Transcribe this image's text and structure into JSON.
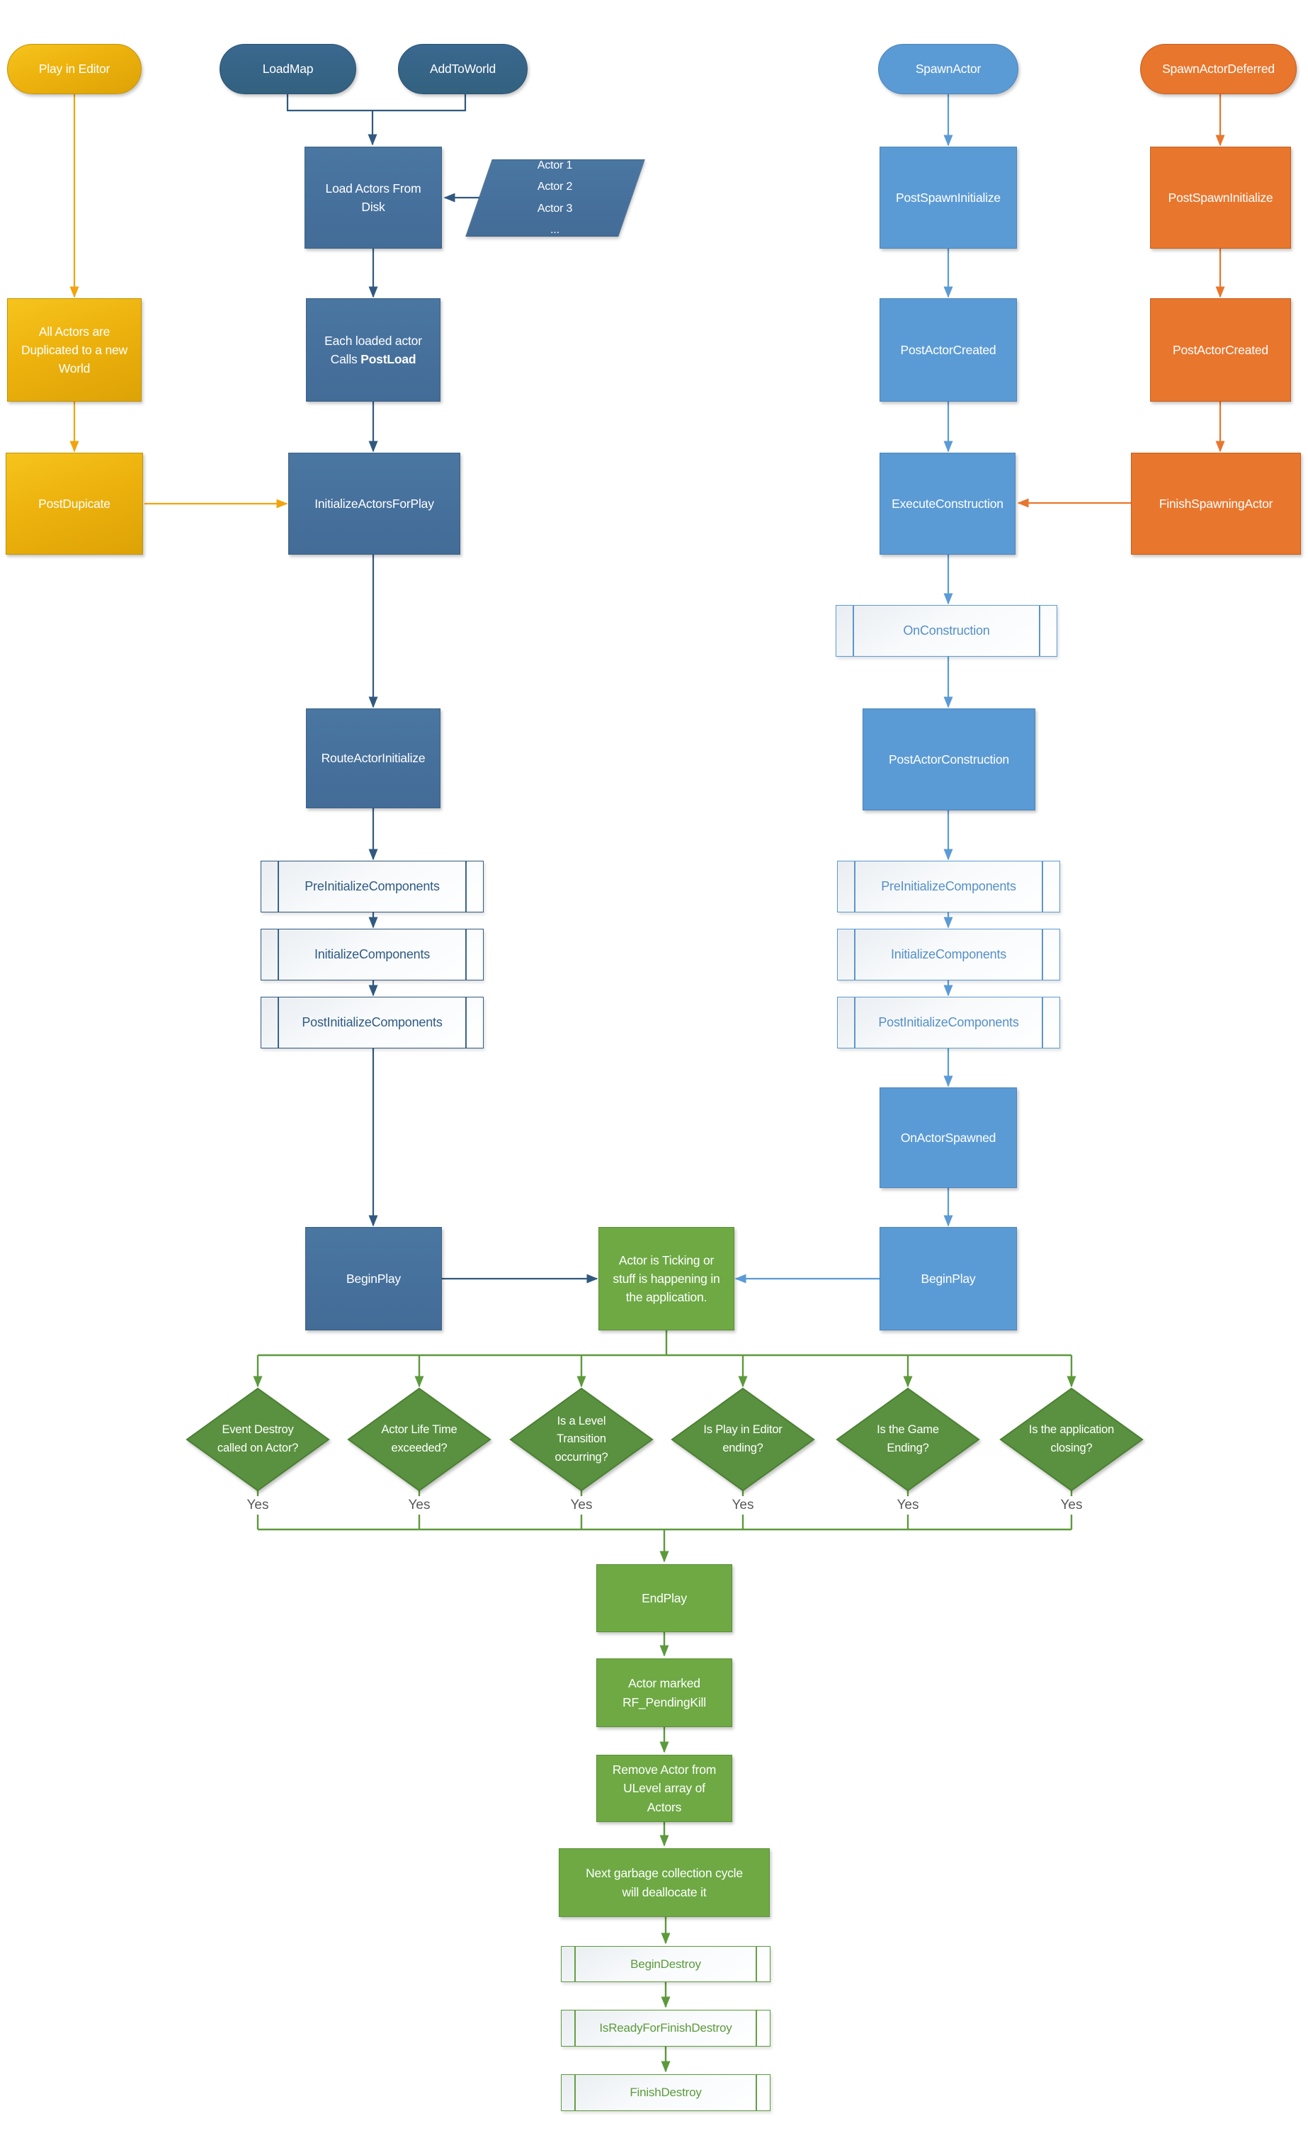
{
  "colors": {
    "yellow_fill": "#EDB20D",
    "yellow_border": "#C0940B",
    "yellow_edge": "#F2A40E",
    "dark_blue_fill": "#436C97",
    "dark_blue_stadium": "#33617F",
    "dark_blue_edge": "#31597F",
    "light_blue_fill": "#5B9BD5",
    "light_blue_edge": "#5B9BD5",
    "orange_fill": "#E8762D",
    "orange_edge": "#E8762D",
    "green_fill": "#6EA944",
    "green_diamond": "#5A9140",
    "green_edge": "#5C9A3C",
    "predef_text_dark": "#2F5B84",
    "predef_text_light": "#5590C8",
    "predef_text_green": "#5C9A3C",
    "yes_text": "#595959"
  },
  "labels": {
    "yes": "Yes"
  },
  "nodes": {
    "play_in_editor": {
      "label": "Play in Editor"
    },
    "load_map": {
      "label": "LoadMap"
    },
    "add_to_world": {
      "label": "AddToWorld"
    },
    "spawn_actor": {
      "label": "SpawnActor"
    },
    "spawn_actor_deferred": {
      "label": "SpawnActorDeferred"
    },
    "load_actors_from_disk": {
      "label": "Load Actors From\nDisk"
    },
    "actor_list": {
      "label": "Actor 1\nActor 2\nActor 3\n..."
    },
    "all_actors_duplicated": {
      "label": "All Actors are\nDuplicated to a new\nWorld"
    },
    "each_loaded_actor": {
      "line1": "Each loaded actor",
      "line2_prefix": "Calls ",
      "line2_bold": "PostLoad"
    },
    "post_spawn_initialize_blue": {
      "label": "PostSpawnInitialize"
    },
    "post_spawn_initialize_orange": {
      "label": "PostSpawnInitialize"
    },
    "post_actor_created_blue": {
      "label": "PostActorCreated"
    },
    "post_actor_created_orange": {
      "label": "PostActorCreated"
    },
    "post_dupicate": {
      "label": "PostDupicate"
    },
    "initialize_actors_for_play": {
      "label": "InitializeActorsForPlay"
    },
    "execute_construction": {
      "label": "ExecuteConstruction"
    },
    "finish_spawning_actor": {
      "label": "FinishSpawningActor"
    },
    "on_construction": {
      "label": "OnConstruction"
    },
    "route_actor_initialize": {
      "label": "RouteActorInitialize"
    },
    "post_actor_construction": {
      "label": "PostActorConstruction"
    },
    "pre_initialize_components_left": {
      "label": "PreInitializeComponents"
    },
    "initialize_components_left": {
      "label": "InitializeComponents"
    },
    "post_initialize_components_left": {
      "label": "PostInitializeComponents"
    },
    "pre_initialize_components_right": {
      "label": "PreInitializeComponents"
    },
    "initialize_components_right": {
      "label": "InitializeComponents"
    },
    "post_initialize_components_right": {
      "label": "PostInitializeComponents"
    },
    "on_actor_spawned": {
      "label": "OnActorSpawned"
    },
    "begin_play_left": {
      "label": "BeginPlay"
    },
    "begin_play_right": {
      "label": "BeginPlay"
    },
    "actor_ticking": {
      "label": "Actor is Ticking or\nstuff is happening in\nthe application."
    },
    "decision_event_destroy": {
      "label": "Event Destroy\ncalled on Actor?"
    },
    "decision_life_time": {
      "label": "Actor Life Time\nexceeded?"
    },
    "decision_level_transition": {
      "label": "Is a Level\nTransition\noccurring?"
    },
    "decision_pie_ending": {
      "label": "Is Play in Editor\nending?"
    },
    "decision_game_ending": {
      "label": "Is the Game\nEnding?"
    },
    "decision_app_closing": {
      "label": "Is the application\nclosing?"
    },
    "end_play": {
      "label": "EndPlay"
    },
    "actor_marked": {
      "label": "Actor marked\nRF_PendingKill"
    },
    "remove_actor": {
      "label": "Remove Actor from\nULevel array of\nActors"
    },
    "next_gc": {
      "label": "Next garbage collection cycle\nwill deallocate it"
    },
    "begin_destroy": {
      "label": "BeginDestroy"
    },
    "is_ready_for_finish_destroy": {
      "label": "IsReadyForFinishDestroy"
    },
    "finish_destroy": {
      "label": "FinishDestroy"
    }
  }
}
